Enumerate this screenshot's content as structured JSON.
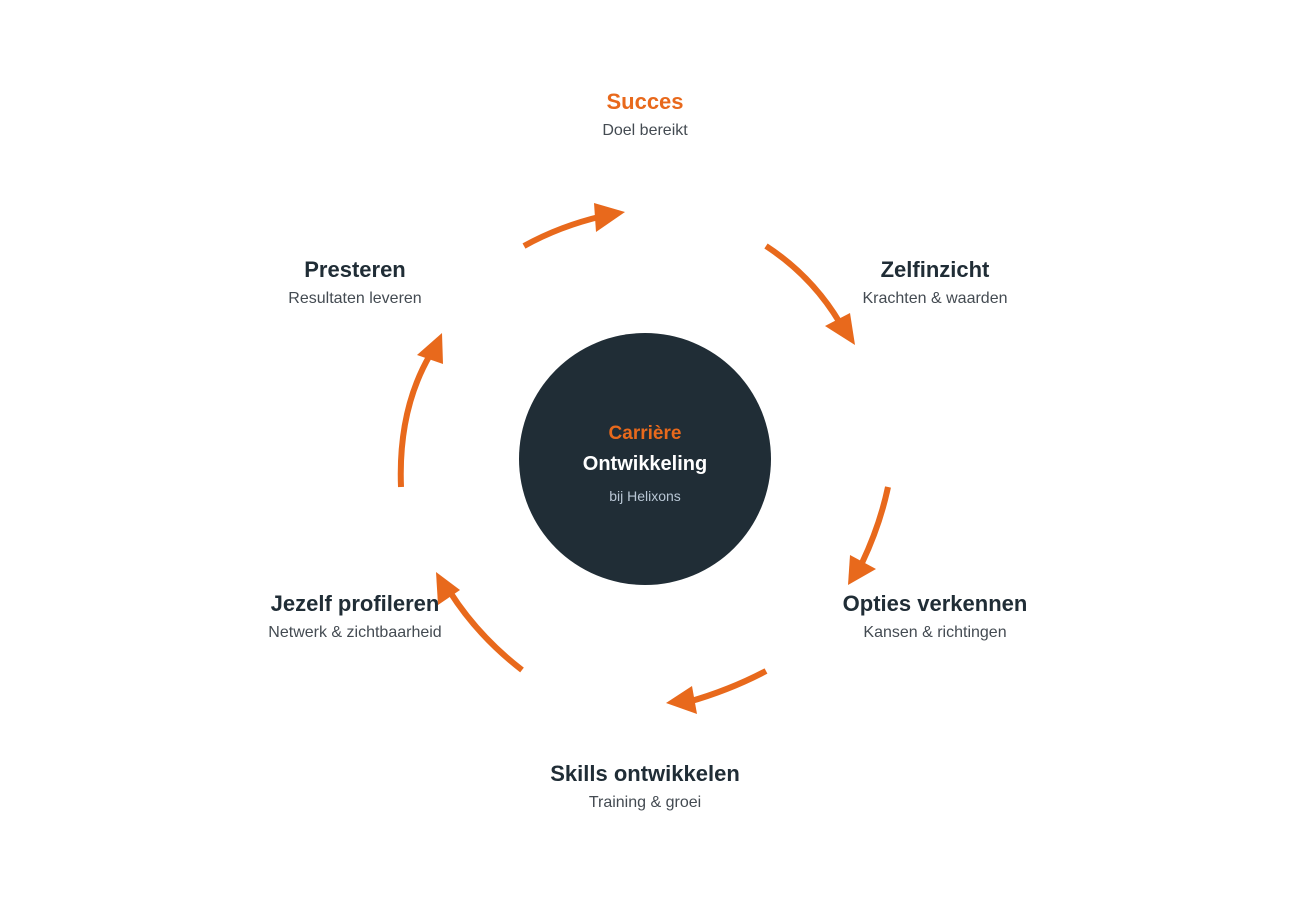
{
  "center": {
    "line1": "Carrière",
    "line2": "Ontwikkeling",
    "line3": "bij Helixons"
  },
  "steps": [
    {
      "title": "Succes",
      "subtitle": "Doel bereikt"
    },
    {
      "title": "Zelfinzicht",
      "subtitle": "Krachten & waarden"
    },
    {
      "title": "Opties verkennen",
      "subtitle": "Kansen & richtingen"
    },
    {
      "title": "Skills ontwikkelen",
      "subtitle": "Training & groei"
    },
    {
      "title": "Jezelf profileren",
      "subtitle": "Netwerk & zichtbaarheid"
    },
    {
      "title": "Presteren",
      "subtitle": "Resultaten leveren"
    }
  ],
  "colors": {
    "accent": "#e8691c",
    "dark": "#202d36",
    "subtext": "#444b52",
    "center_subtext": "#b8c6d4"
  }
}
